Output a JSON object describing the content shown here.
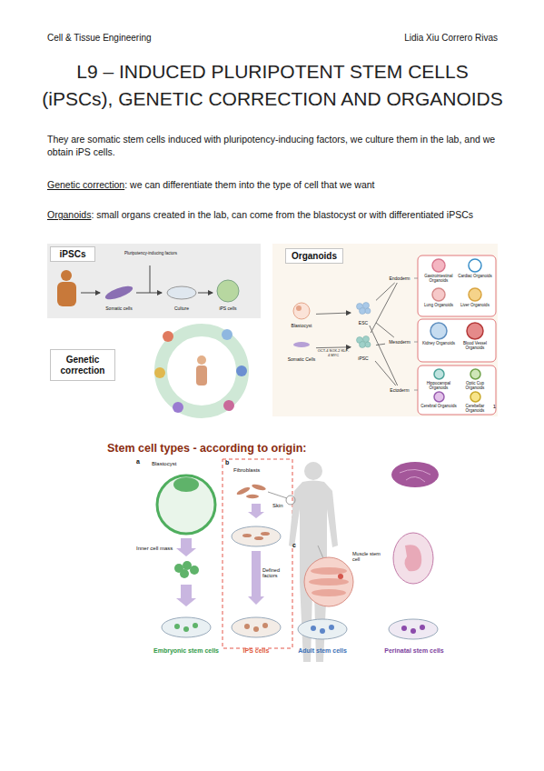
{
  "diagram": {
    "title": "L9 – INDUCED PLURIPOTENT STEM CELLS (iPSCs), GENETIC CORRECTION AND ORGANOIDS",
    "nodes": [
      {
        "text": [
          "iPSCs"
        ]
      },
      {
        "text": [
          "Genetic correction"
        ]
      },
      {
        "text": [
          "Organoids"
        ]
      },
      {
        "text": [
          "Blastocyst"
        ]
      },
      {
        "text": [
          "ESC"
        ]
      },
      {
        "text": [
          "Somatic Cells"
        ]
      },
      {
        "text": [
          "iPSC"
        ]
      },
      {
        "text": [
          "Endoderm"
        ]
      },
      {
        "text": [
          "Mesoderm"
        ]
      },
      {
        "text": [
          "Ectoderm"
        ]
      },
      {
        "text": [
          "Gastrointestinal Organoids"
        ]
      },
      {
        "text": [
          "Cardiac Organoids"
        ]
      },
      {
        "text": [
          "Lung Organoids"
        ]
      },
      {
        "text": [
          "Liver Organoids"
        ]
      },
      {
        "text": [
          "Kidney Organoids"
        ]
      },
      {
        "text": [
          "Blood Vessel Organoids"
        ]
      },
      {
        "text": [
          "Hippocampal Organoids"
        ]
      },
      {
        "text": [
          "Optic Cup Organoids"
        ]
      },
      {
        "text": [
          "Cerebral Organoids"
        ]
      },
      {
        "text": [
          "Cerebellar Organoids"
        ]
      }
    ],
    "edges": [
      {
        "from": 3,
        "to": 4,
        "arrow": "to"
      },
      {
        "from": 5,
        "to": 6,
        "label": "OCT-4 SOX-2 KLF-4 MYC",
        "arrow": "to"
      },
      {
        "from": 4,
        "to": 7,
        "arrow": "none"
      },
      {
        "from": 4,
        "to": 8,
        "arrow": "none"
      },
      {
        "from": 4,
        "to": 9,
        "arrow": "none"
      },
      {
        "from": 6,
        "to": 7,
        "arrow": "none"
      },
      {
        "from": 6,
        "to": 8,
        "arrow": "none"
      },
      {
        "from": 6,
        "to": 9,
        "arrow": "none"
      }
    ],
    "labels": [
      "Cell & Tissue Engineering",
      "Lidia Xiu Correro Rivas",
      "They are somatic stem cells induced with pluripotency-inducing factors, we culture them in the lab, and we obtain iPS cells.",
      "Genetic correction",
      ": we can differentiate them into the type of cell that we want",
      "Organoids",
      ": small organs created in the lab, can come from the blastocyst or with differentiated iPSCs",
      "Pluripotency-inducing factors",
      "Somatic cells",
      "Culture",
      "iPS cells",
      "1",
      "Stem cell types - according to origin:",
      "a",
      "Blastocyst",
      "Inner cell mass",
      "Embryonic stem cells",
      "b",
      "Fibroblasts",
      "Skin",
      "Defined factors",
      "iPS cells",
      "c",
      "Muscle stem cell",
      "Adult stem cells",
      "Perinatal stem cells"
    ]
  }
}
